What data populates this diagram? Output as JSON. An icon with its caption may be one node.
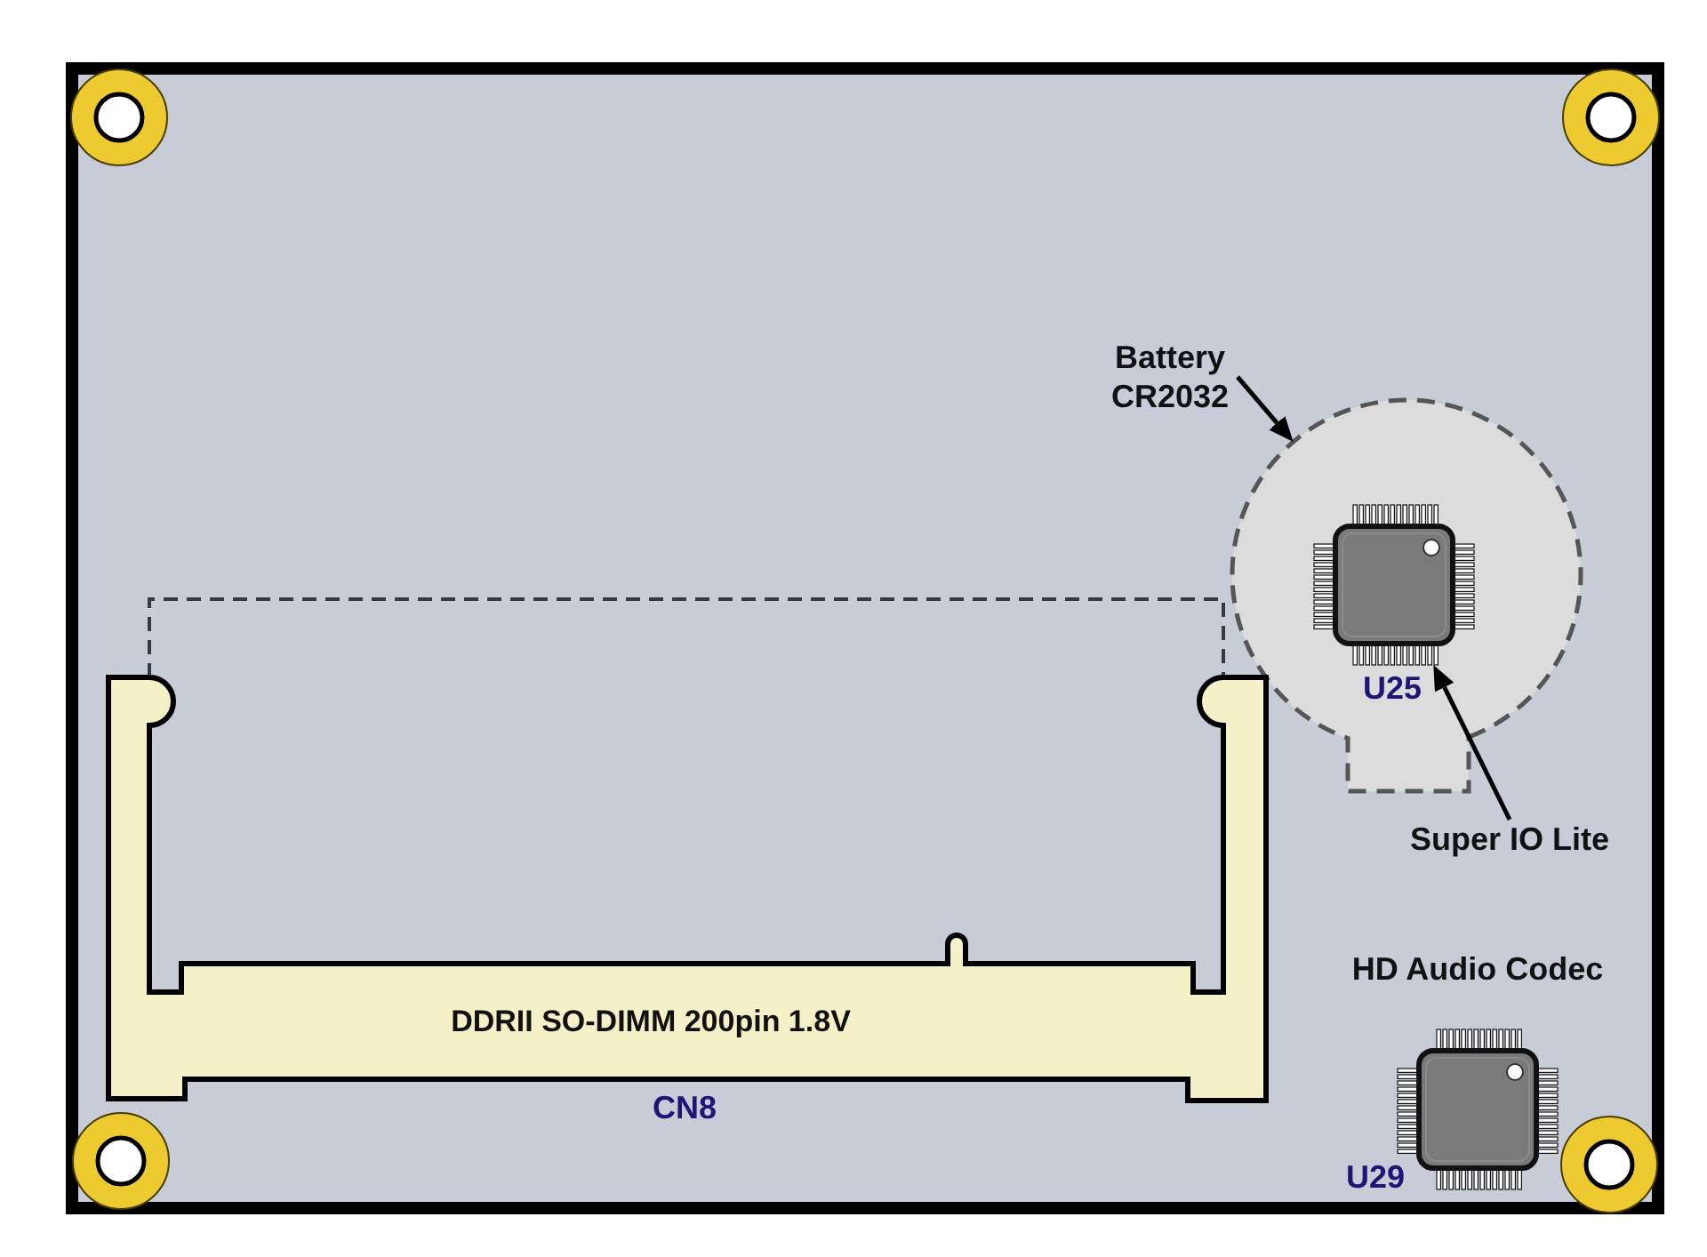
{
  "diagram": {
    "nodes": [
      {
        "text": [
          "Battery CR2032"
        ]
      },
      {
        "text": [],
        "shape": "circle"
      },
      {
        "text": [],
        "shape": "chip",
        "in": 1,
        "beside": [
          "U25"
        ]
      },
      {
        "text": [
          "Super IO Lite"
        ]
      },
      {
        "text": [
          "DDRII SO-DIMM 200pin 1.8V"
        ],
        "beside": [
          "CN8"
        ]
      },
      {
        "text": [],
        "shape": "chip",
        "beside": [
          "HD Audio Codec",
          "U29"
        ]
      }
    ],
    "edges": [
      {
        "from": 0,
        "to": 1,
        "arrow": "to"
      },
      {
        "from": 3,
        "to": 2,
        "arrow": "to"
      }
    ]
  }
}
